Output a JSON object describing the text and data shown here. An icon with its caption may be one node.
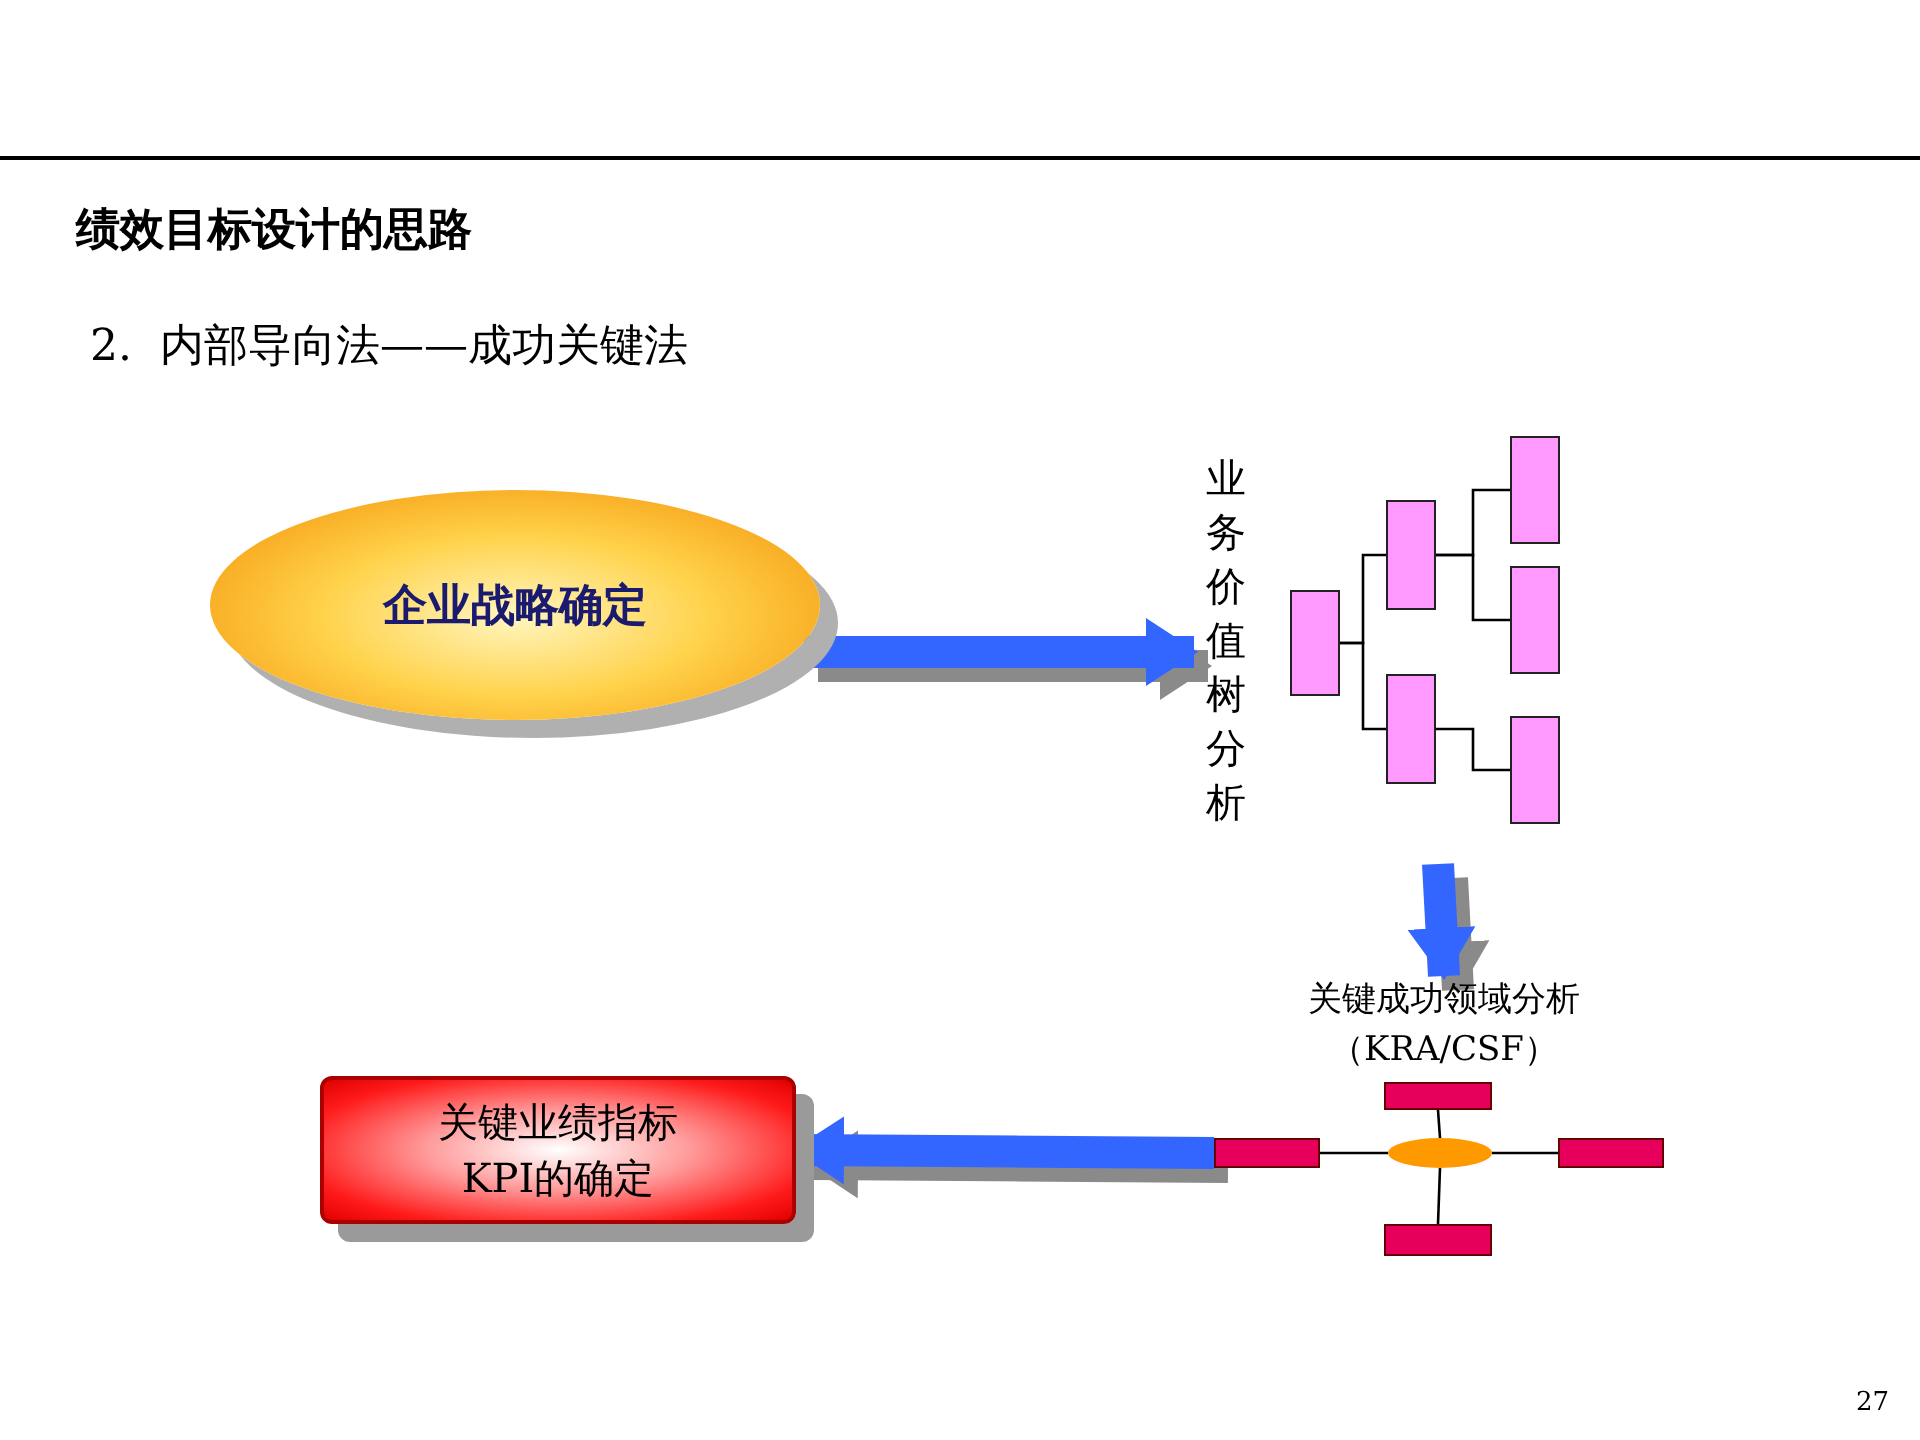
{
  "diagram": {
    "title": "绩效目标设计的思路",
    "nodes": [
      {
        "text": [
          "企业战略确定"
        ]
      },
      {
        "text": [
          "业务价值树分析"
        ]
      },
      {
        "text": [],
        "shape": "box"
      },
      {
        "text": [],
        "shape": "box"
      },
      {
        "text": [],
        "shape": "box"
      },
      {
        "text": [],
        "shape": "box"
      },
      {
        "text": [],
        "shape": "box"
      },
      {
        "text": [],
        "shape": "box"
      },
      {
        "text": [
          "关键成功领域分析（KRA/CSF）"
        ]
      },
      {
        "text": [],
        "shape": "box"
      },
      {
        "text": [],
        "shape": "box"
      },
      {
        "text": [],
        "shape": "circle"
      },
      {
        "text": [],
        "shape": "box"
      },
      {
        "text": [],
        "shape": "box"
      },
      {
        "text": [
          "关键业绩指标KPI的确定"
        ]
      }
    ],
    "edges": [
      {
        "from": 0,
        "to": 1,
        "arrow": "to",
        "style": "thick",
        "color": "#3366ff"
      },
      {
        "from": 2,
        "to": 3,
        "arrow": "none"
      },
      {
        "from": 2,
        "to": 4,
        "arrow": "none"
      },
      {
        "from": 3,
        "to": 5,
        "arrow": "none"
      },
      {
        "from": 3,
        "to": 6,
        "arrow": "none"
      },
      {
        "from": 4,
        "to": 7,
        "arrow": "none"
      },
      {
        "from": null,
        "to": 8,
        "arrow": "to",
        "style": "thick",
        "color": "#3366ff"
      },
      {
        "from": 11,
        "to": 9,
        "arrow": "none"
      },
      {
        "from": 11,
        "to": 10,
        "arrow": "none"
      },
      {
        "from": 11,
        "to": 12,
        "arrow": "none"
      },
      {
        "from": 11,
        "to": 13,
        "arrow": "none"
      },
      {
        "from": 10,
        "to": 14,
        "arrow": "to",
        "style": "thick",
        "color": "#3366ff"
      }
    ],
    "labels": [
      "2.  内部导向法——成功关键法",
      "27"
    ]
  }
}
